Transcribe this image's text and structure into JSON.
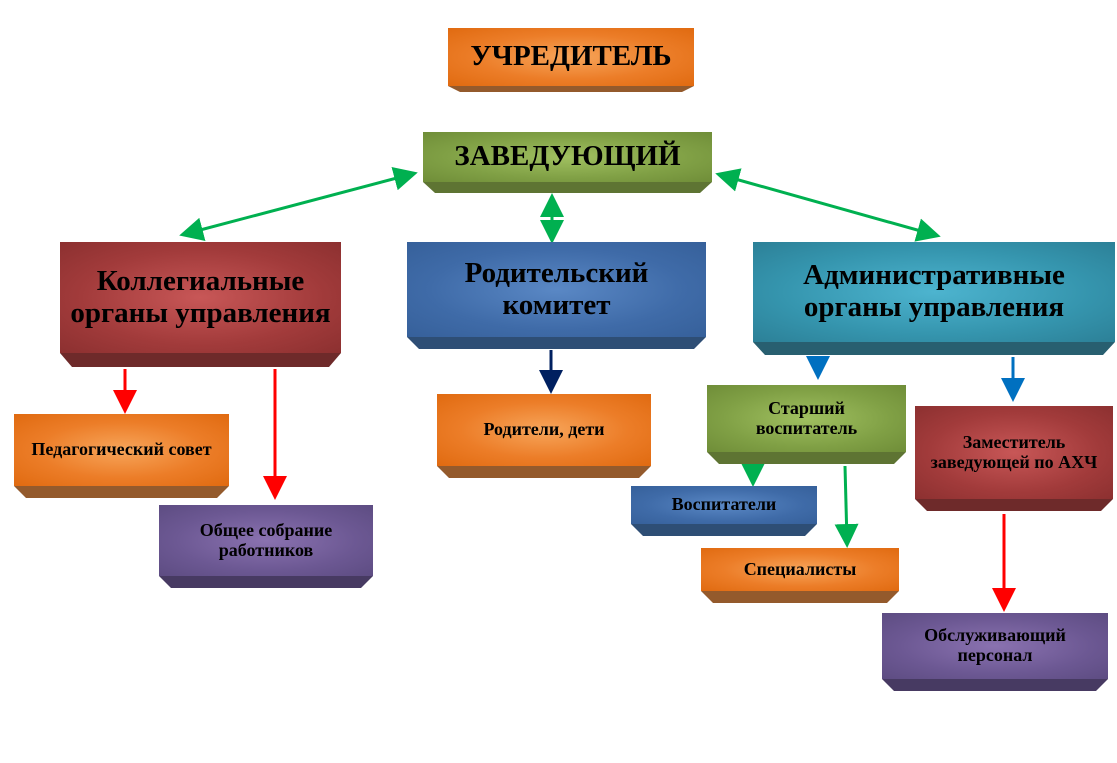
{
  "nodes": {
    "founder": "УЧРЕДИТЕЛЬ",
    "head": "ЗАВЕДУЮЩИЙ",
    "collegial": "Коллегиальные органы управления",
    "parents_committee": "Родительский комитет",
    "administrative": "Административные органы управления",
    "pedagogical_council": "Педагогический совет",
    "general_meeting": "Общее собрание работников",
    "parents_children": "Родители, дети",
    "senior_educator": "Старший воспитатель",
    "educators": "Воспитатели",
    "specialists": "Специалисты",
    "deputy": "Заместитель заведующей по АХЧ",
    "service_staff": "Обслуживающий персонал"
  },
  "colors": {
    "orange": "#e8711a",
    "green": "#7a9a3c",
    "red": "#9b3535",
    "blue": "#3d6aa5",
    "teal": "#2f8fa5",
    "purple": "#6a5590",
    "arrow_green": "#00b050",
    "arrow_red": "#ff0000",
    "arrow_blue": "#0070c0",
    "arrow_navy": "#002060"
  }
}
